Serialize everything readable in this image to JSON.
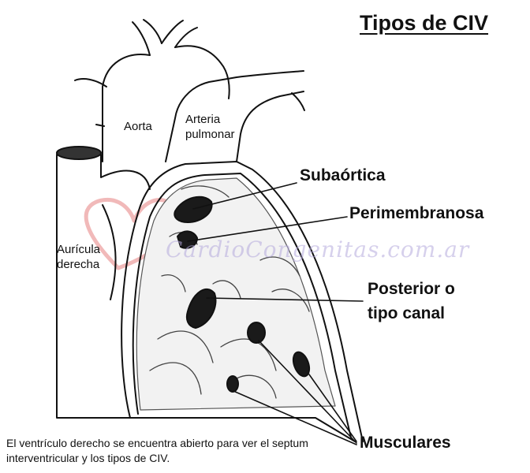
{
  "title": "Tipos de CIV",
  "labels": {
    "aorta": "Aorta",
    "arteria_line1": "Arteria",
    "arteria_line2": "pulmonar",
    "auricula_line1": "Aurícula",
    "auricula_line2": "derecha",
    "subaortica": "Subaórtica",
    "perimembranosa": "Perimembranosa",
    "posterior_line1": "Posterior o",
    "posterior_line2": "tipo canal",
    "musculares": "Musculares"
  },
  "caption": "El ventrículo derecho se encuentra abierto para ver el septum interventricular y los tipos de CIV.",
  "watermark": "CardioCongenitas.com.ar",
  "colors": {
    "ink": "#111111",
    "watermark_heart": "#e88a8a",
    "watermark_text": "#b4aadc"
  }
}
